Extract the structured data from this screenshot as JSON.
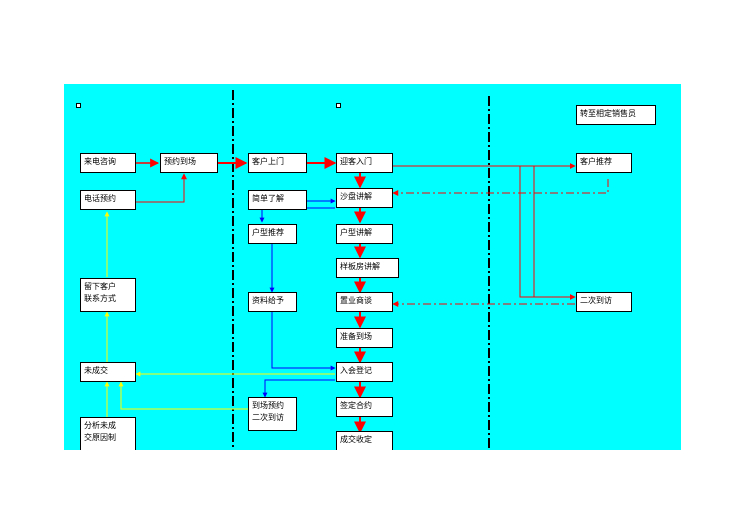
{
  "colors": {
    "background": "#00ffff",
    "main_flow": "#ff0000",
    "blue_flow": "#0000ff",
    "yellow_flow": "#ffff00",
    "dividers": "#000000"
  },
  "nodes": {
    "incoming_call": "来电咨询",
    "phone_appointment": "电话预约",
    "leave_contact_line1": "留下客户",
    "leave_contact_line2": "联系方式",
    "not_closed": "未成交",
    "analyze_line1": "分析未成",
    "analyze_line2": "交原因制",
    "appointment_visit": "预约到场",
    "customer_walkin": "客户上门",
    "brief_understanding": "简单了解",
    "unit_recommendation": "户型推荐",
    "materials_given": "资料给予",
    "visit_appointment_line1": "到场预约",
    "visit_appointment_line2": "二次到访",
    "reception": "迎客入门",
    "sand_table": "沙盘讲解",
    "unit_explanation": "户型讲解",
    "model_room": "样板房讲解",
    "business_negotiation": "置业商谈",
    "prepare_visit": "准备到场",
    "registration": "入会登记",
    "sign_contract": "签定合约",
    "deal_closed": "成交收定",
    "transfer_sales": "转至相定销售员",
    "customer_recommend": "客户推荐",
    "second_visit": "二次到访"
  }
}
